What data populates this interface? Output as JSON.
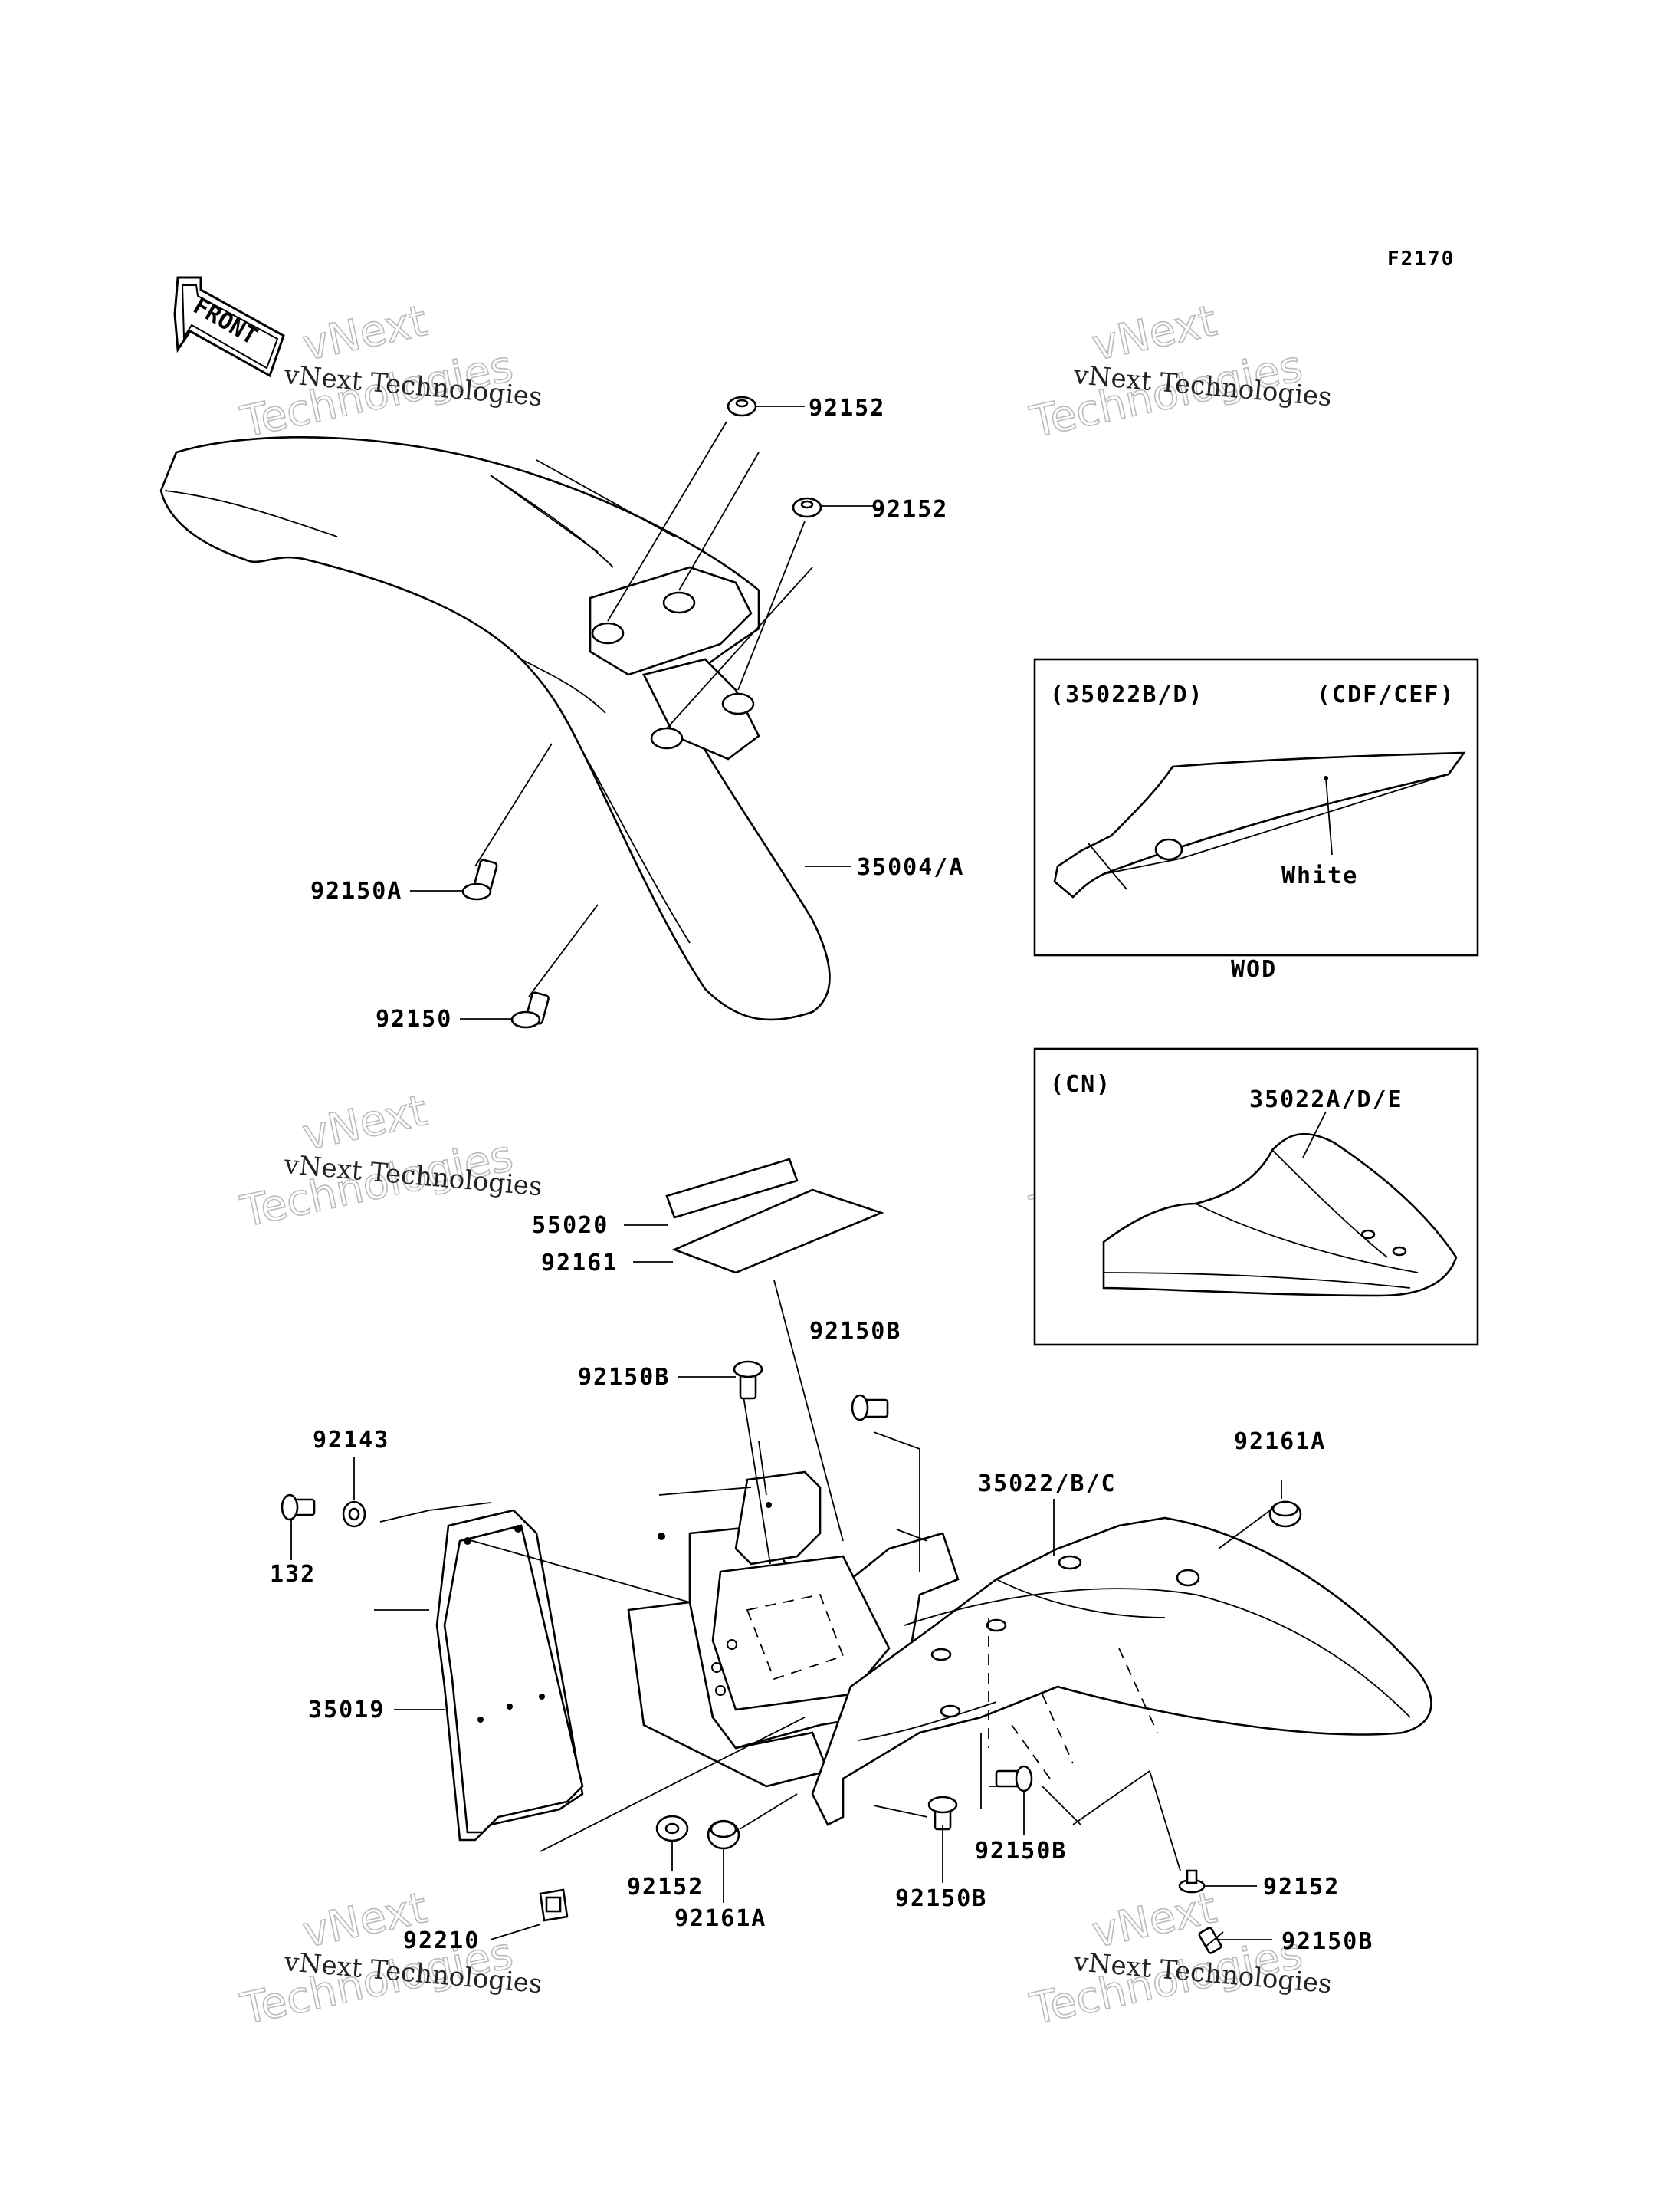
{
  "ref_code": "F2170",
  "front_label": "FRONT",
  "watermark": {
    "small": "vNext Technologies",
    "big_line1": "vNext",
    "big_line2": "Technologies"
  },
  "parts": {
    "p92152_a": "92152",
    "p92152_b": "92152",
    "p92150A": "92150A",
    "p35004A": "35004/A",
    "p92150": "92150",
    "p55020": "55020",
    "p92161": "92161",
    "p92150B_top1": "92150B",
    "p92150B_top2": "92150B",
    "p92143": "92143",
    "p132": "132",
    "p35019": "35019",
    "p35022BC": "35022/B/C",
    "p92161A_right": "92161A",
    "p92152_bottom": "92152",
    "p92161A_bottom": "92161A",
    "p92150B_bottom": "92150B",
    "p92150B_bottom2": "92150B",
    "p92152_right": "92152",
    "p92150B_right": "92150B",
    "p92210": "92210"
  },
  "inset_wod": {
    "code": "(35022B/D)",
    "variant": "(CDF/CEF)",
    "note": "White",
    "caption": "WOD"
  },
  "inset_cn": {
    "variant": "(CN)",
    "code": "35022A/D/E"
  }
}
